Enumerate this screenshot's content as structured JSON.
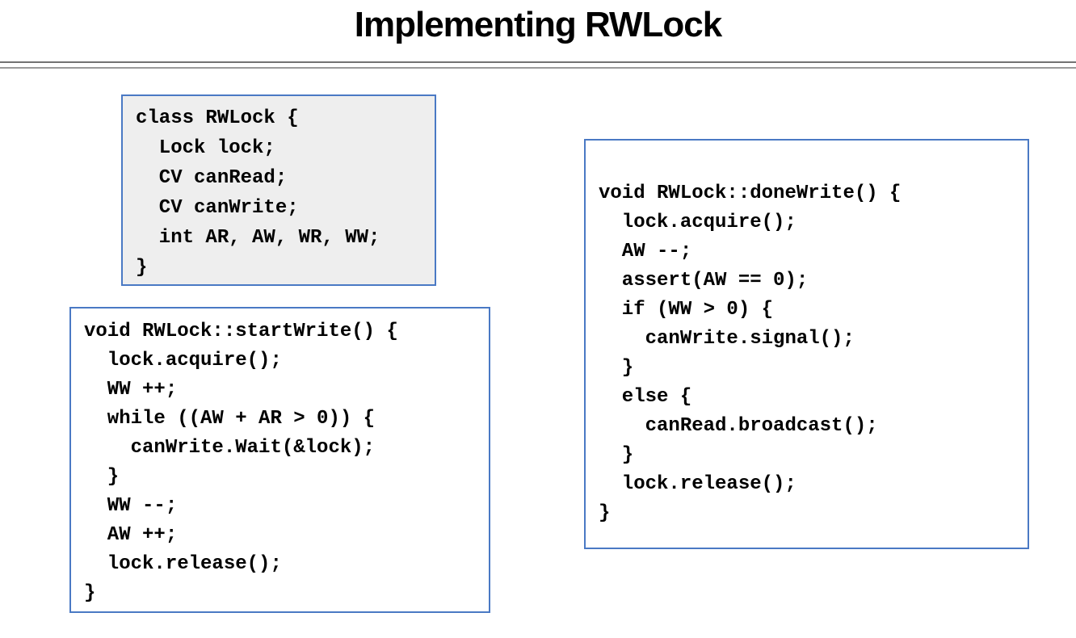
{
  "slide": {
    "title": "Implementing RWLock"
  },
  "code_boxes": {
    "class_definition": {
      "lines": [
        "class RWLock {",
        "  Lock lock;",
        "  CV canRead;",
        "  CV canWrite;",
        "  int AR, AW, WR, WW;",
        "}"
      ]
    },
    "start_write": {
      "lines": [
        "void RWLock::startWrite() {",
        "  lock.acquire();",
        "  WW ++;",
        "  while ((AW + AR > 0)) {",
        "    canWrite.Wait(&lock);",
        "  }",
        "  WW --;",
        "  AW ++;",
        "  lock.release();",
        "}"
      ]
    },
    "done_write": {
      "lines": [
        "void RWLock::doneWrite() {",
        "  lock.acquire();",
        "  AW --;",
        "  assert(AW == 0);",
        "  if (WW > 0) {",
        "    canWrite.signal();",
        "  }",
        "  else {",
        "    canRead.broadcast();",
        "  }",
        "  lock.release();",
        "}"
      ]
    }
  },
  "colors": {
    "box_border": "#4a79c4",
    "class_box_fill": "#eeeeee",
    "rule_top": "#737373",
    "rule_bottom": "#9a9a9a",
    "title_text": "#000000",
    "code_text": "#000000"
  }
}
